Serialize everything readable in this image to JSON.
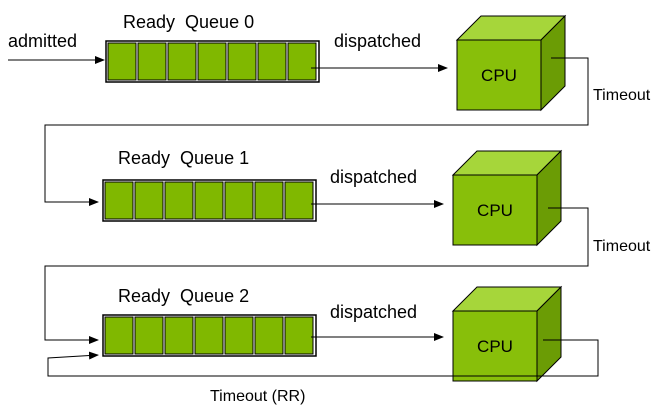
{
  "labels": {
    "admitted": "admitted",
    "dispatched": "dispatched",
    "timeout": "Timeout",
    "timeout_rr": "Timeout (RR)",
    "cpu": "CPU"
  },
  "queues": [
    {
      "title": "Ready  Queue 0",
      "slots": 7
    },
    {
      "title": "Ready  Queue 1",
      "slots": 7
    },
    {
      "title": "Ready  Queue 2",
      "slots": 7
    }
  ],
  "colors": {
    "queue_fill": "#80b800",
    "cpu_front": "#88bf0a",
    "cpu_top": "#a6d63a",
    "cpu_side": "#6b9c05",
    "outline": "#000000"
  }
}
